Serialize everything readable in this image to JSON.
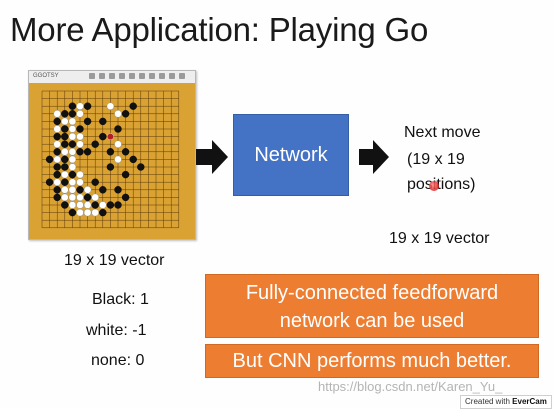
{
  "slide": {
    "title": "More Application: Playing Go",
    "board_caption": "19 x 19 vector",
    "board_window_title": "GGOTSY",
    "network_label": "Network",
    "output_line1": "Next move",
    "output_line2": "(19 x 19",
    "output_line3": "positions)",
    "output_caption": "19 x 19 vector",
    "legend": {
      "black": "Black: 1",
      "white": "white: -1",
      "none": "none: 0"
    },
    "box1_line1": "Fully-connected feedforward",
    "box1_line2": "network can be used",
    "box2": "But CNN performs much better."
  },
  "watermark": "https://blog.csdn.net/Karen_Yu_",
  "recorder": {
    "prefix": "Created with",
    "brand": "EverCam"
  },
  "colors": {
    "network_box": "#4472c4",
    "orange_box": "#ed7d31",
    "board_wood": "#d9a233",
    "pointer": "#e52a2a"
  },
  "board": {
    "size": 19,
    "black_stones": [
      [
        2,
        4
      ],
      [
        2,
        6
      ],
      [
        3,
        3
      ],
      [
        3,
        4
      ],
      [
        4,
        2
      ],
      [
        4,
        6
      ],
      [
        5,
        3
      ],
      [
        5,
        5
      ],
      [
        6,
        2
      ],
      [
        6,
        3
      ],
      [
        7,
        3
      ],
      [
        7,
        4
      ],
      [
        7,
        7
      ],
      [
        8,
        2
      ],
      [
        8,
        5
      ],
      [
        8,
        6
      ],
      [
        9,
        1
      ],
      [
        9,
        3
      ],
      [
        10,
        2
      ],
      [
        10,
        3
      ],
      [
        11,
        2
      ],
      [
        11,
        4
      ],
      [
        12,
        1
      ],
      [
        12,
        3
      ],
      [
        12,
        7
      ],
      [
        13,
        2
      ],
      [
        13,
        5
      ],
      [
        13,
        8
      ],
      [
        13,
        10
      ],
      [
        14,
        2
      ],
      [
        14,
        6
      ],
      [
        14,
        11
      ],
      [
        15,
        3
      ],
      [
        15,
        7
      ],
      [
        15,
        9
      ],
      [
        15,
        10
      ],
      [
        16,
        4
      ],
      [
        16,
        8
      ],
      [
        4,
        8
      ],
      [
        6,
        8
      ],
      [
        5,
        10
      ],
      [
        8,
        9
      ],
      [
        8,
        11
      ],
      [
        9,
        12
      ],
      [
        10,
        13
      ],
      [
        11,
        11
      ],
      [
        2,
        12
      ],
      [
        3,
        11
      ],
      [
        10,
        9
      ]
    ],
    "white_stones": [
      [
        2,
        5
      ],
      [
        3,
        2
      ],
      [
        3,
        5
      ],
      [
        4,
        3
      ],
      [
        4,
        4
      ],
      [
        5,
        2
      ],
      [
        5,
        4
      ],
      [
        6,
        4
      ],
      [
        6,
        5
      ],
      [
        7,
        2
      ],
      [
        7,
        5
      ],
      [
        8,
        3
      ],
      [
        8,
        4
      ],
      [
        9,
        2
      ],
      [
        9,
        4
      ],
      [
        10,
        4
      ],
      [
        11,
        3
      ],
      [
        11,
        5
      ],
      [
        12,
        2
      ],
      [
        12,
        4
      ],
      [
        13,
        3
      ],
      [
        13,
        4
      ],
      [
        14,
        3
      ],
      [
        14,
        4
      ],
      [
        14,
        5
      ],
      [
        15,
        4
      ],
      [
        15,
        5
      ],
      [
        15,
        6
      ],
      [
        16,
        5
      ],
      [
        16,
        6
      ],
      [
        16,
        7
      ],
      [
        13,
        6
      ],
      [
        12,
        5
      ],
      [
        14,
        7
      ],
      [
        15,
        8
      ],
      [
        2,
        9
      ],
      [
        3,
        10
      ],
      [
        6,
        9
      ],
      [
        7,
        10
      ],
      [
        9,
        10
      ]
    ],
    "marked_stone": [
      6,
      9
    ]
  }
}
